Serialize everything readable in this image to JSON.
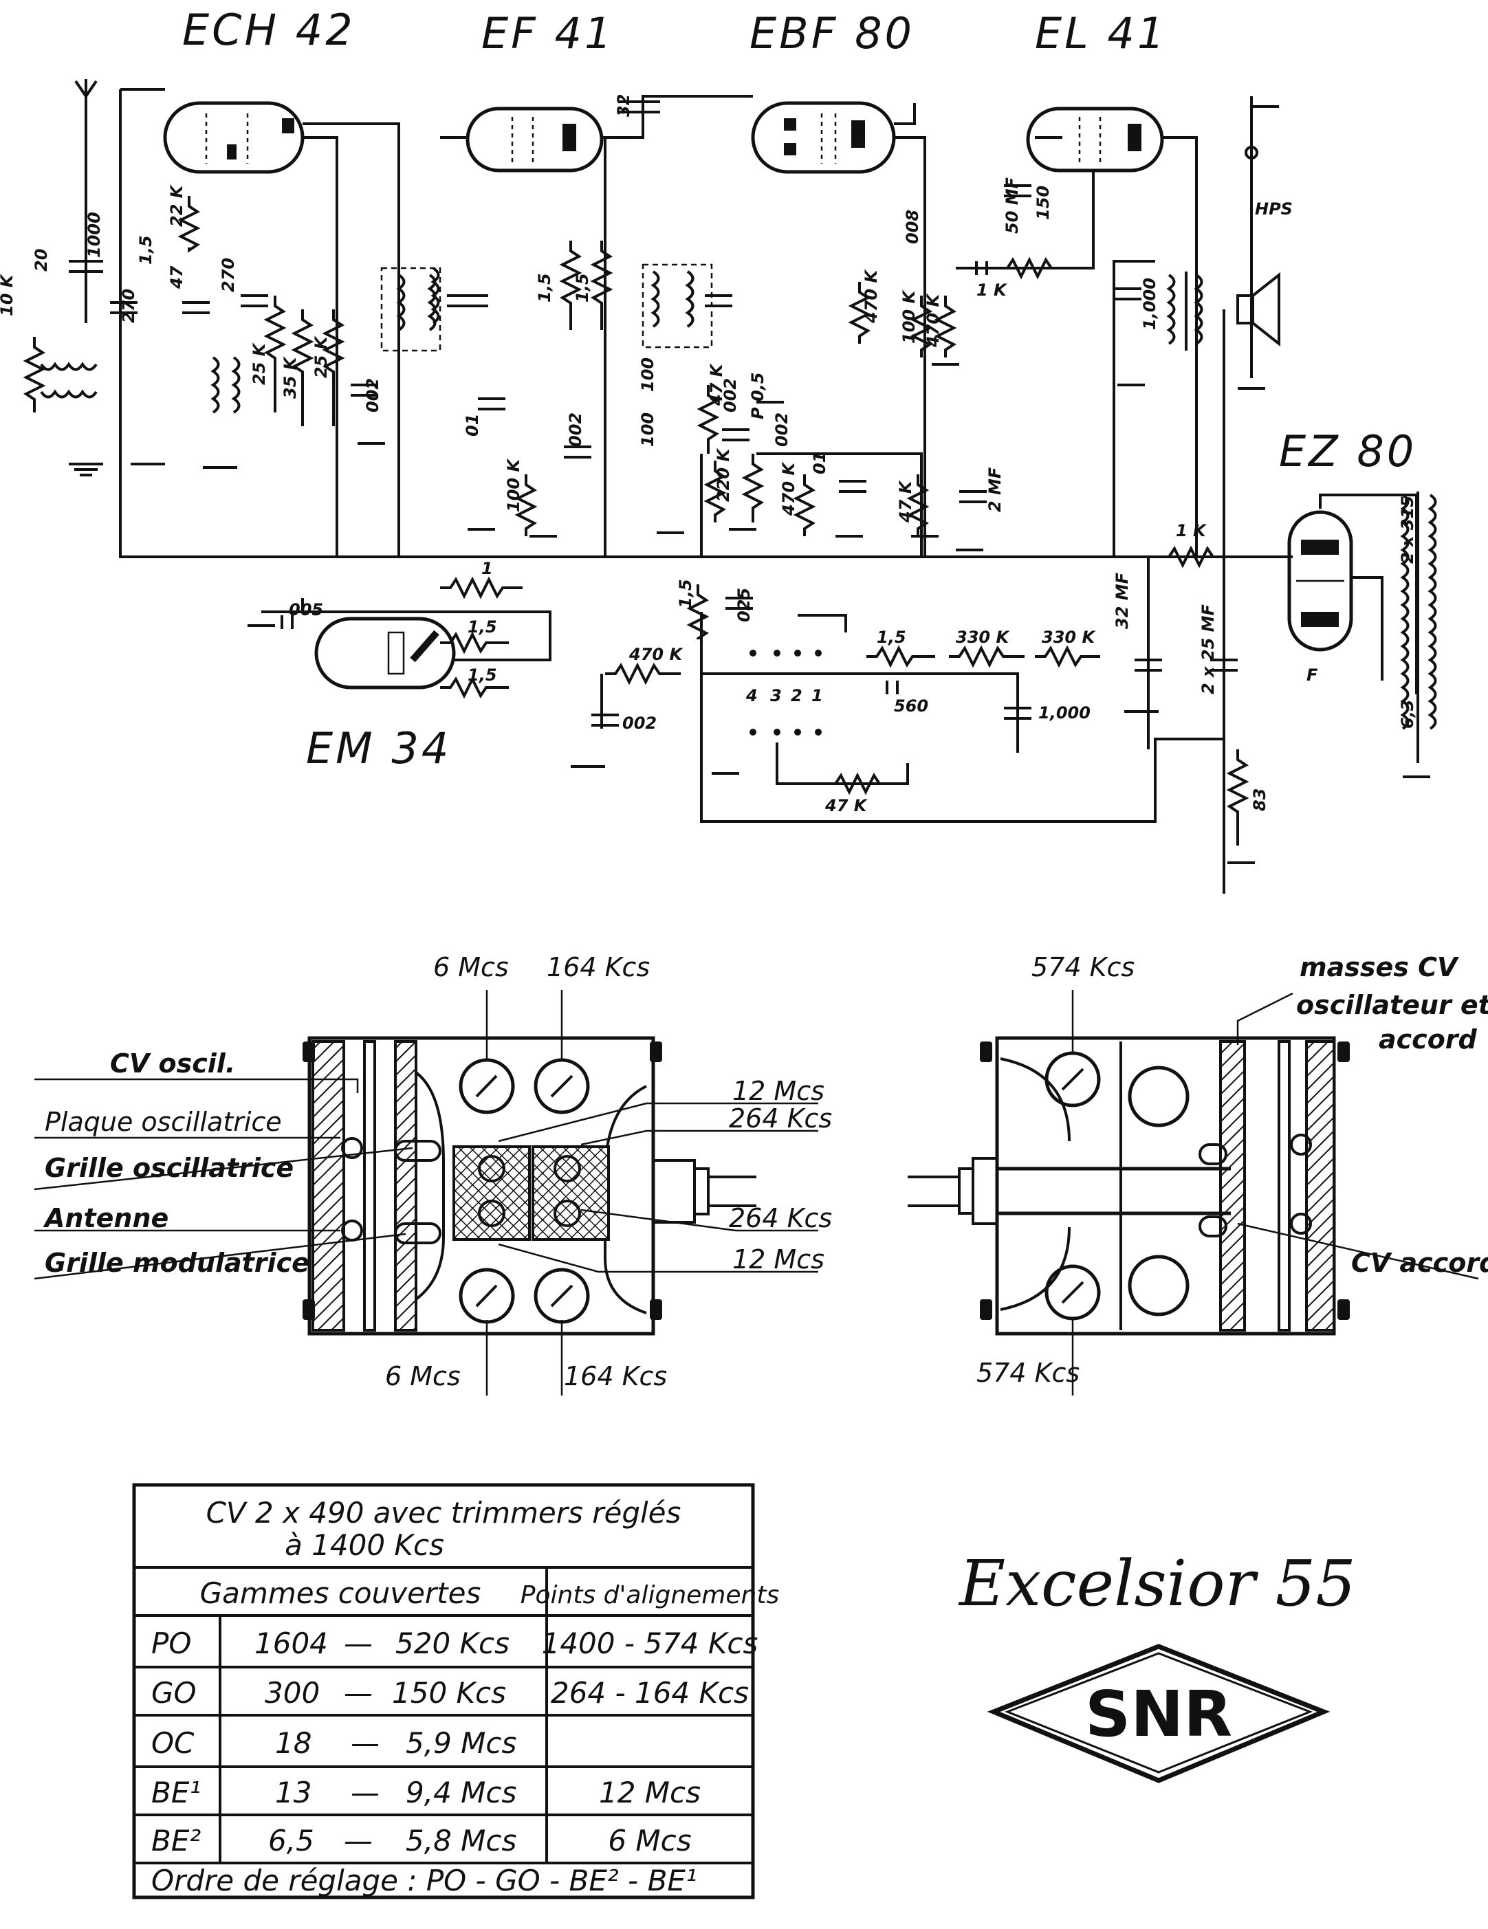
{
  "schematic": {
    "tubes": [
      "ECH 42",
      "EF 41",
      "EBF 80",
      "EL 41",
      "EZ 80",
      "EM 34"
    ],
    "component_values": {
      "ech42_area": [
        "10 K",
        "20",
        "1000",
        "1,5",
        "22 K",
        "47",
        "270",
        "270",
        "25 K",
        "35 K",
        "25 K",
        "002"
      ],
      "ef41_area": [
        "01",
        "100 K",
        "002",
        "1,5",
        "1,5"
      ],
      "ebf80_area": [
        "32",
        "100",
        "100",
        "47 K",
        "002",
        "P 0,5",
        "220 K",
        "002",
        "470 K",
        "01",
        "470 K"
      ],
      "el41_area": [
        "50 MF",
        "150",
        "1 K",
        "100 K",
        "470 K",
        "008",
        "47 K",
        "2 MF",
        "1,000",
        "HPS"
      ],
      "rectifier_area": [
        "1 K",
        "32 MF",
        "2 x 25 MF",
        "2 x 315",
        "6,3",
        "F",
        "83"
      ],
      "bottom_area": [
        "005",
        "1",
        "1,5",
        "1,5",
        "1,5",
        "025",
        "470 K",
        "002",
        "1,5",
        "330 K",
        "330 K",
        "560",
        "1,000",
        "47 K",
        "4",
        "3",
        "2",
        "1"
      ]
    }
  },
  "cv_left": {
    "labels_left": [
      "CV oscil.",
      "Plaque oscillatrice",
      "Grille oscillatrice",
      "Antenne",
      "Grille modulatrice"
    ],
    "top_labels": [
      "6 Mcs",
      "164 Kcs"
    ],
    "bottom_labels": [
      "6 Mcs",
      "164 Kcs"
    ],
    "right_labels": [
      "12 Mcs",
      "264 Kcs",
      "264 Kcs",
      "12 Mcs"
    ]
  },
  "cv_right": {
    "top_label": "574 Kcs",
    "bottom_label": "574 Kcs",
    "masses_label": [
      "masses CV",
      "oscillateur et",
      "accord"
    ],
    "accord_label": "CV accord"
  },
  "table": {
    "title_line1": "CV 2 x 490 avec trimmers réglés",
    "title_line2": "à 1400 Kcs",
    "header_ranges": "Gammes couvertes",
    "header_points": "Points d'alignements",
    "rows": [
      {
        "band": "PO",
        "from": "1604",
        "dash": "—",
        "to": "520 Kcs",
        "points": "1400 - 574 Kcs"
      },
      {
        "band": "GO",
        "from": "300",
        "dash": "—",
        "to": "150 Kcs",
        "points": "264 - 164 Kcs"
      },
      {
        "band": "OC",
        "from": "18",
        "dash": "—",
        "to": "5,9 Mcs",
        "points": ""
      },
      {
        "band": "BE¹",
        "from": "13",
        "dash": "—",
        "to": "9,4 Mcs",
        "points": "12 Mcs"
      },
      {
        "band": "BE²",
        "from": "6,5",
        "dash": "—",
        "to": "5,8 Mcs",
        "points": "6 Mcs"
      }
    ],
    "footer": "Ordre de réglage : PO - GO - BE² - BE¹"
  },
  "brand": {
    "title": "Excelsior 55",
    "logo": "SNR"
  }
}
